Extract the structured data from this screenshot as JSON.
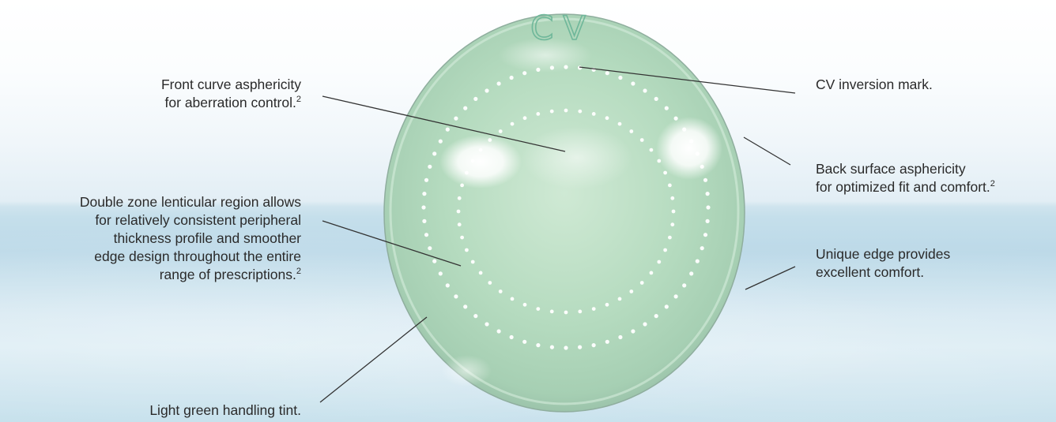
{
  "colors": {
    "lens_fill": "#b9dcc3",
    "lens_edge": "#8aa99a",
    "cv_mark": "#7fbfa5",
    "leader_line": "#333333",
    "text": "#2a2a2a"
  },
  "lens": {
    "inversion_mark": "CV"
  },
  "callouts": {
    "front_curve": {
      "text": "Front curve asphericity\nfor aberration control.",
      "ref": "2"
    },
    "double_zone": {
      "text": "Double zone lenticular region allows\nfor relatively consistent peripheral\nthickness profile and smoother\nedge design throughout the entire\nrange of prescriptions.",
      "ref": "2"
    },
    "handling_tint": {
      "text": "Light green handling tint."
    },
    "cv_mark": {
      "text": "CV inversion mark."
    },
    "back_surface": {
      "text": "Back surface asphericity\nfor optimized fit and comfort.",
      "ref": "2"
    },
    "unique_edge": {
      "text": "Unique edge provides\nexcellent comfort."
    }
  }
}
